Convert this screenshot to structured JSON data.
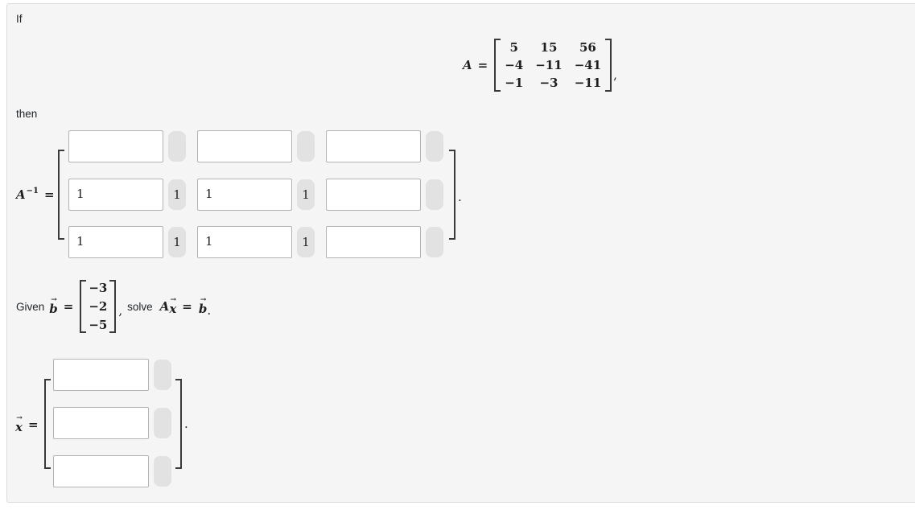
{
  "colors": {
    "panel_bg": "#f5f5f6",
    "panel_border": "#dcdcdc",
    "pill_bg": "#e2e2e2",
    "input_border": "#b3b3b3",
    "bracket": "#3a3a3a"
  },
  "text": {
    "if": "If",
    "then": "then",
    "given": "Given",
    "solve": "solve",
    "vec_arrow": "→"
  },
  "matrix_a": {
    "var": "A",
    "equals": "=",
    "rows": [
      [
        "5",
        "15",
        "56"
      ],
      [
        "−4",
        "−11",
        "−41"
      ],
      [
        "−1",
        "−3",
        "−11"
      ]
    ],
    "trailing": ","
  },
  "a_inverse": {
    "var": "A",
    "sup": "−1",
    "equals": "=",
    "trailing": ".",
    "cells": [
      [
        {
          "value": "",
          "preview": ""
        },
        {
          "value": "",
          "preview": ""
        },
        {
          "value": "",
          "preview": ""
        }
      ],
      [
        {
          "value": "1",
          "preview": "1"
        },
        {
          "value": "1",
          "preview": "1"
        },
        {
          "value": "",
          "preview": ""
        }
      ],
      [
        {
          "value": "1",
          "preview": "1"
        },
        {
          "value": "1",
          "preview": "1"
        },
        {
          "value": "",
          "preview": ""
        }
      ]
    ]
  },
  "b_vector": {
    "var": "b",
    "equals": "=",
    "values": [
      "−3",
      "−2",
      "−5"
    ],
    "comma": ","
  },
  "solve_expr": {
    "a_var": "A",
    "x_var": "x",
    "equals": "=",
    "b_var": "b",
    "period": "."
  },
  "x_vector": {
    "var": "x",
    "equals": "=",
    "trailing": ".",
    "cells": [
      {
        "value": "",
        "preview": ""
      },
      {
        "value": "",
        "preview": ""
      },
      {
        "value": "",
        "preview": ""
      }
    ]
  }
}
